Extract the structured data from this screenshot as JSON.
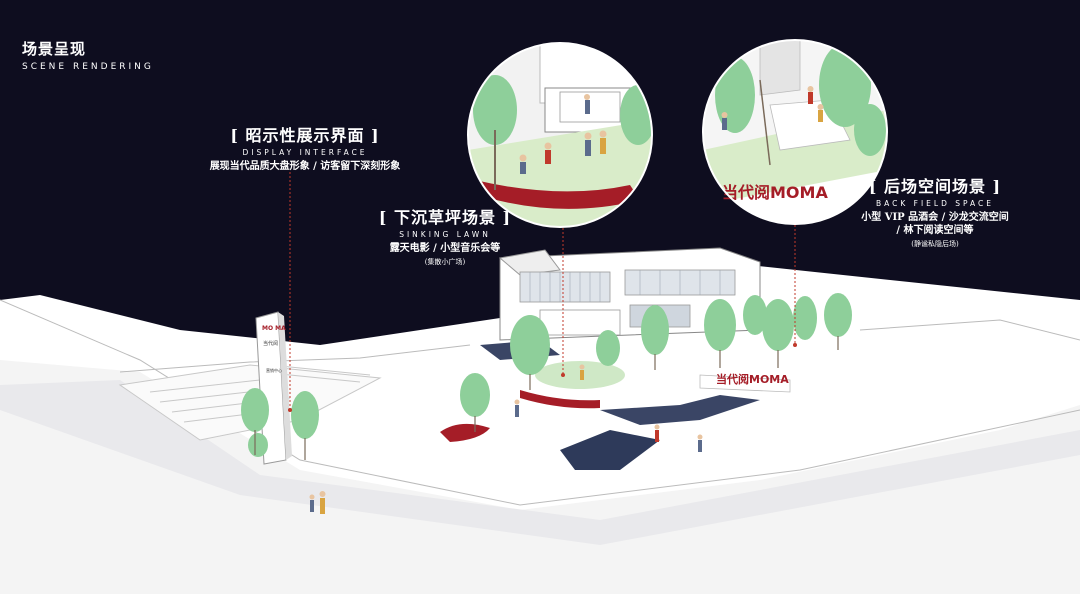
{
  "header": {
    "title": "场景呈现",
    "subtitle": "SCENE RENDERING"
  },
  "callouts": {
    "display": {
      "title": "[ 昭示性展示界面 ]",
      "subtitle": "DISPLAY INTERFACE",
      "desc": "展现当代品质大盘形象 / 访客留下深刻形象"
    },
    "sinking": {
      "title": "[ 下沉草坪场景 ]",
      "subtitle": "SINKING LAWN",
      "desc": "露天电影 / 小型音乐会等",
      "note": "(集散小广场)"
    },
    "back": {
      "title": "[ 后场空间场景 ]",
      "subtitle": "BACK FIELD SPACE",
      "desc1": "小型 VIP 品酒会 / 沙龙交流空间",
      "desc2": "/ 林下阅读空间等",
      "note": "(静谧私隐后场)"
    }
  },
  "signage": {
    "brand": "当代阅MOMA",
    "totem_top": "MO MA",
    "totem_mid": "当代阅",
    "totem_bottom": "营销中心"
  },
  "colors": {
    "background": "#0e0d1f",
    "ground": "#ffffff",
    "tree": "#8ecf9a",
    "brand_red": "#a51d27",
    "dashed_line": "#c0392b",
    "paving": "#2e3a5a"
  }
}
